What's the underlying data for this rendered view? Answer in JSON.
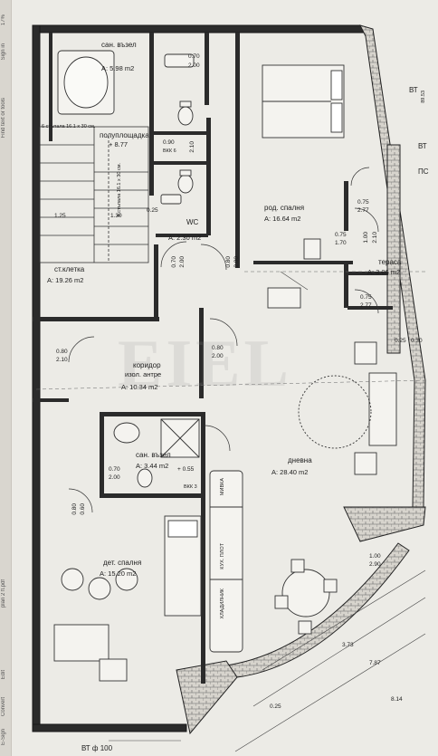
{
  "sidebar": {
    "sign_in": "Sign in",
    "find_tool": "Find text or tools",
    "edit": "Edit",
    "convert": "Convert",
    "esign": "E-Sign",
    "zoom": "17%",
    "filename": "plan 2 fl.pdf"
  },
  "rooms": {
    "bath1": {
      "name": "сан. възел",
      "area": "А: 5.98 m2"
    },
    "landing": {
      "name": "полуплощадка",
      "value": "+ 8.77"
    },
    "stairs_note": "6 стъпала 16.1 х 30 см.",
    "stairs_note2": "6 стъпала 16.1 х 30 см.",
    "vkk6": "ВКК 6",
    "wc": {
      "name": "WC",
      "area": "А: 2.30 m2"
    },
    "master": {
      "name": "род. спалня",
      "area": "А: 16.64 m2"
    },
    "terrace": {
      "name": "тераса",
      "area": "А: 3.06 m2"
    },
    "stairwell": {
      "name": "ст.клетка",
      "area": "А: 19.26 m2"
    },
    "corridor": {
      "name": "коридор",
      "sub": "изол. антре",
      "area": "А: 10.34 m2"
    },
    "bath2": {
      "name": "сан. възел",
      "area": "А: 3.44 m2"
    },
    "vkk3": "ВКК 3",
    "living": {
      "name": "дневна",
      "area": "А: 28.40 m2"
    },
    "child": {
      "name": "дет. спалня",
      "area": "А: 15.20 m2"
    },
    "wardrobe1": "МИВКА",
    "wardrobe2": "КУХ. ПЛОТ",
    "wardrobe3": "ХЛАДИЛНИК"
  },
  "dims": {
    "d070a": "0.70",
    "d200a": "2.00",
    "d090": "0.90",
    "d210a": "2.10",
    "d125": "1.25",
    "d130": "1.30",
    "d025": "0.25",
    "d075a": "0.75",
    "d277a": "2.77",
    "d075b": "0.75",
    "d170": "1.70",
    "d100a": "1.00",
    "d210b": "2.10",
    "d070b": "0.70",
    "d200b": "2.00",
    "d080a": "0.80",
    "d200c": "2.00",
    "d080b": "0.80",
    "d210c": "2.10",
    "d075c": "0.75",
    "d277b": "2.77",
    "d025b": "0.25",
    "d030": "0.30",
    "d070c": "0.70",
    "d200d": "2.00",
    "d055": "+ 0.55",
    "d080c": "0.80",
    "d200e": "2.00",
    "d100b": "1.00",
    "d290": "2.90",
    "d373": "3.73",
    "d787": "7.87",
    "d814": "8.14",
    "d025c": "0.25",
    "d080d": "0.80",
    "d060": "0.60"
  },
  "markers": {
    "bt1": "ВТ",
    "bt2": "ВТ",
    "bt_val": "89.53",
    "ps": "ПС",
    "bt_bottom": "ВТ ф 100"
  },
  "watermark": "EIEL"
}
